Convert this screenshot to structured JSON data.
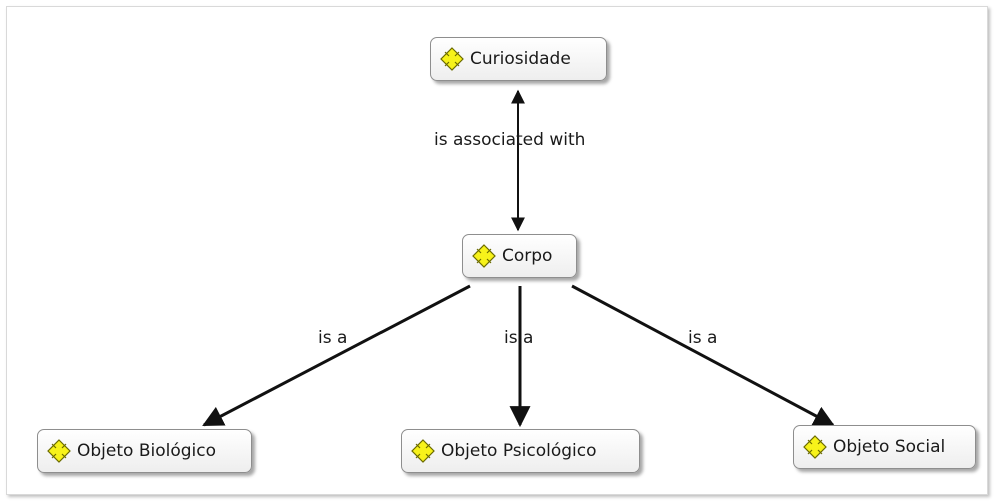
{
  "concepts": {
    "curiosidade": "Curiosidade",
    "corpo": "Corpo",
    "objeto_biologico": "Objeto Biológico",
    "objeto_psicologico": "Objeto Psicológico",
    "objeto_social": "Objeto Social"
  },
  "relations": {
    "associated": "is associated with",
    "is_a_left": "is a",
    "is_a_middle": "is a",
    "is_a_right": "is a"
  },
  "icon": "concept-icon",
  "colors": {
    "edge": "#111111",
    "icon_fill": "#f7f21a",
    "icon_stroke": "#6b6b00"
  }
}
